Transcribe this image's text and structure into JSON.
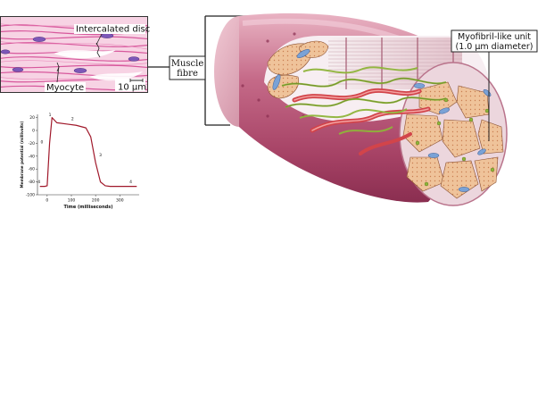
{
  "micrograph": {
    "intercalated_disc_label": "Intercalated disc",
    "myocyte_label": "Myocyte",
    "scale_label": "10 µm"
  },
  "muscle_fibre_label": {
    "line1": "Muscle",
    "line2": "fibre"
  },
  "myofibril_label": {
    "line1": "Myofibril-like unit",
    "line2": "(1.0 µm diameter)"
  },
  "action_potential_chart": {
    "xlabel": "Time (milliseconds)",
    "ylabel": "Membrane potential (millivolts)",
    "x_ticks": [
      "0",
      "100",
      "200",
      "300"
    ],
    "y_ticks": [
      "20",
      "0",
      "-20",
      "-40",
      "-60",
      "-80",
      "-100"
    ],
    "phase_labels": [
      "0",
      "1",
      "2",
      "3",
      "4",
      "4"
    ]
  },
  "chart_data": {
    "type": "line",
    "xlabel": "Time (milliseconds)",
    "ylabel": "Membrane potential (millivolts)",
    "xlim": [
      -40,
      380
    ],
    "ylim": [
      -100,
      25
    ],
    "series": [
      {
        "color": "#a0182a",
        "x": [
          -30,
          -10,
          0,
          10,
          20,
          40,
          80,
          120,
          160,
          180,
          200,
          220,
          240,
          260,
          300,
          340,
          370
        ],
        "y": [
          -87,
          -87,
          -86,
          -20,
          20,
          12,
          10,
          8,
          4,
          -10,
          -50,
          -80,
          -86,
          -87,
          -87,
          -87,
          -87
        ]
      }
    ],
    "grid": false,
    "line_color": "#a0182a"
  }
}
